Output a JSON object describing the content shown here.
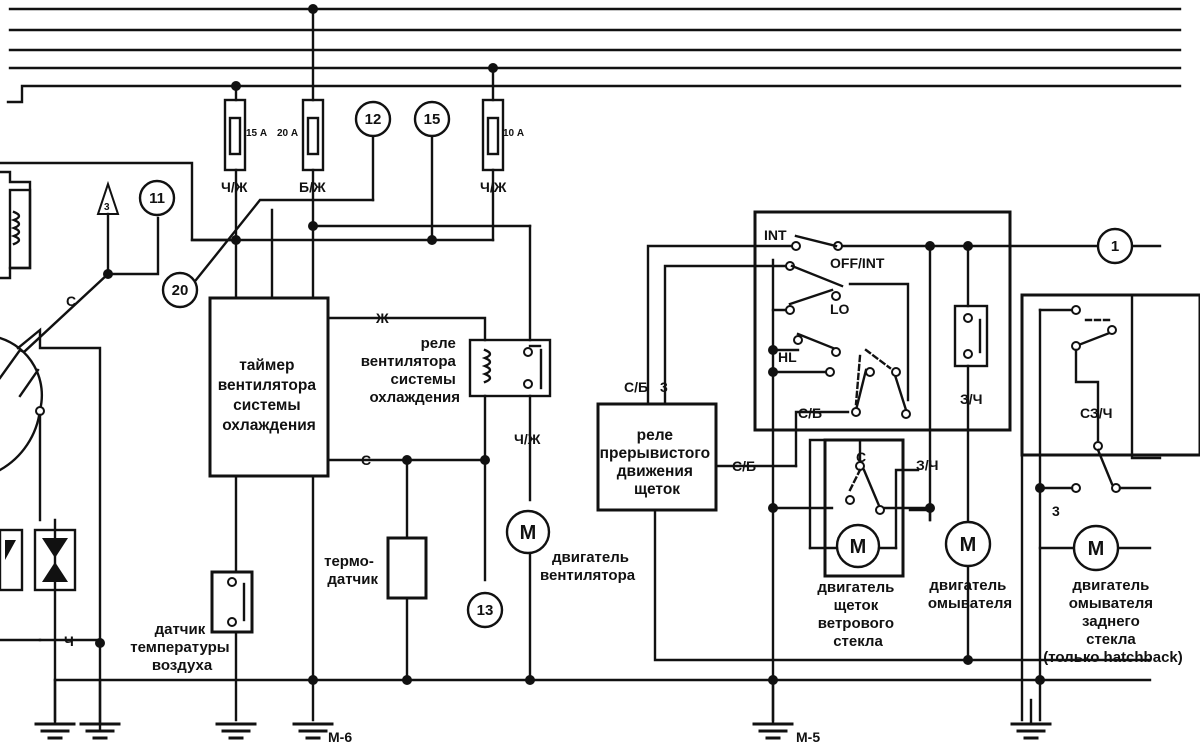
{
  "components": {
    "fan_timer": [
      "таймер",
      "вентилятора",
      "системы",
      "охлаждения"
    ],
    "fan_relay": [
      "реле",
      "вентилятора",
      "системы",
      "охлаждения"
    ],
    "wiper_relay": [
      "реле",
      "прерывистого",
      "движения",
      "щеток"
    ],
    "thermo_sensor": [
      "термо-",
      "датчик"
    ],
    "air_temp_sensor": [
      "датчик",
      "температуры",
      "воздуха"
    ],
    "fan_motor": [
      "двигатель",
      "вентилятора"
    ],
    "wiper_motor": [
      "двигатель",
      "щеток",
      "ветрового",
      "стекла"
    ],
    "washer_motor": [
      "двигатель",
      "омывателя"
    ],
    "rear_washer_motor": [
      "двигатель",
      "омывателя",
      "заднего",
      "стекла",
      "(только hatchback)"
    ]
  },
  "fuses": [
    "15 А",
    "20 А",
    "10 А"
  ],
  "connectors": [
    "11",
    "12",
    "15",
    "20",
    "13",
    "1"
  ],
  "switch_positions": {
    "int": "INT",
    "off_int": "OFF/INT",
    "lo": "LO",
    "hl": "HL"
  },
  "wire_colors": {
    "bk_y": "Ч/Ж",
    "w_y": "Б/Ж",
    "y": "Ж",
    "c": "С",
    "ch": "Ч",
    "s_b": "С/Б",
    "z": "З",
    "z_ch": "З/Ч",
    "s_z_ch": "СЗ/Ч",
    "mark3": "3"
  },
  "motor_symbol": "M",
  "ground_labels": [
    "М-6",
    "М-5"
  ]
}
